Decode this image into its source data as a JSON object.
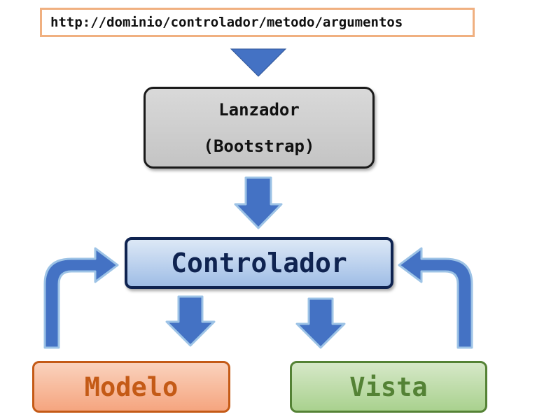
{
  "url": {
    "text": "http://dominio/controlador/metodo/argumentos"
  },
  "lanzador": {
    "line1": "Lanzador",
    "line2": "(Bootstrap)"
  },
  "controlador": {
    "label": "Controlador"
  },
  "modelo": {
    "label": "Modelo"
  },
  "vista": {
    "label": "Vista"
  },
  "colors": {
    "arrow_fill": "#4472c4",
    "arrow_glow": "#9dc3e6",
    "url_border": "#f0b080",
    "lanzador_fill": "#cfcfcf",
    "controlador_fill": "#b4cbea",
    "controlador_text": "#0f2350",
    "modelo_fill": "#f7b597",
    "modelo_text": "#c45a16",
    "vista_fill": "#b9d9a3",
    "vista_text": "#548235"
  }
}
